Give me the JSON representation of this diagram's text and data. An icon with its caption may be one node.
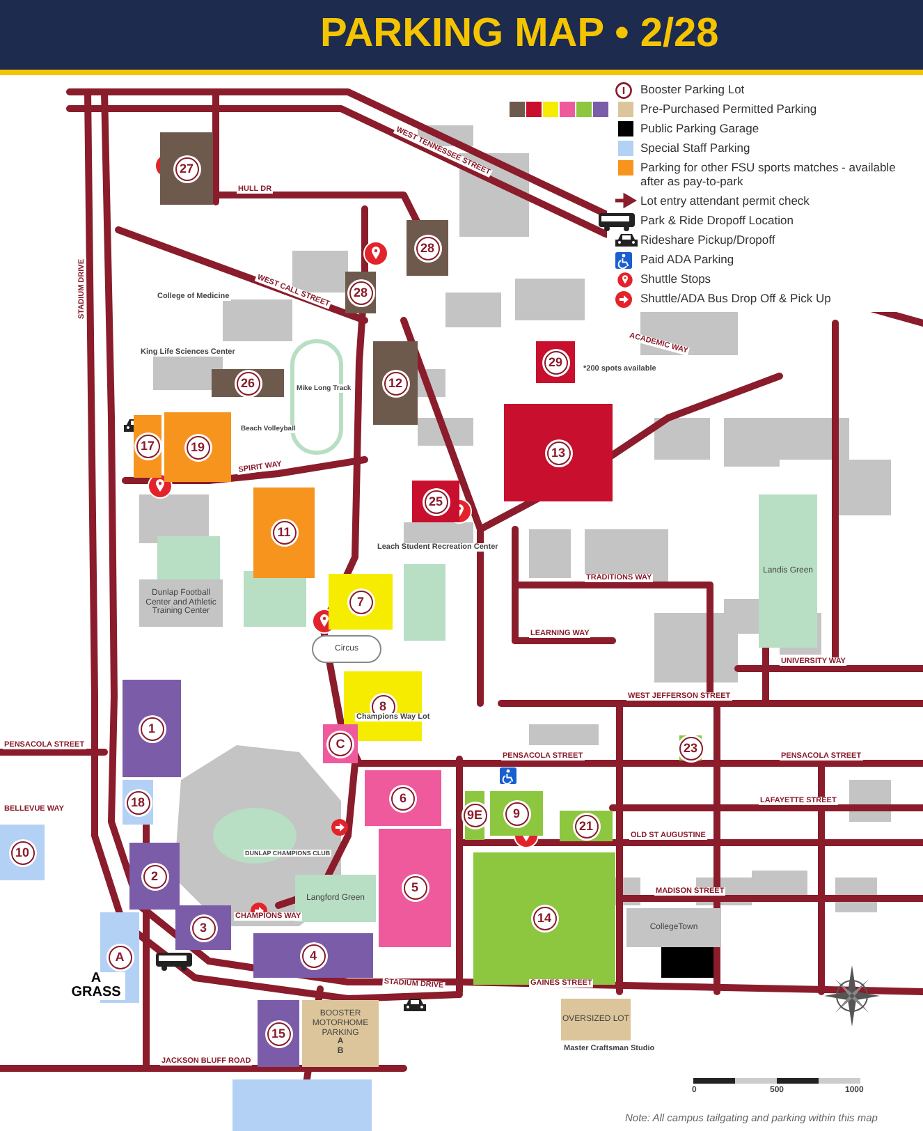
{
  "diagram": {
    "title": "PARKING MAP • 2/28",
    "nodes": [
      {
        "text": [
          "27"
        ]
      },
      {
        "text": [
          "28"
        ]
      },
      {
        "text": [
          "28"
        ]
      },
      {
        "text": [
          "12"
        ]
      },
      {
        "text": [
          "26"
        ]
      },
      {
        "text": [
          "29"
        ]
      },
      {
        "text": [
          "13"
        ]
      },
      {
        "text": [
          "17"
        ]
      },
      {
        "text": [
          "19"
        ]
      },
      {
        "text": [
          "25"
        ]
      },
      {
        "text": [
          "11"
        ]
      },
      {
        "text": [
          "7"
        ]
      },
      {
        "text": [
          "8"
        ]
      },
      {
        "text": [
          "C"
        ]
      },
      {
        "text": [
          "1"
        ]
      },
      {
        "text": [
          "18"
        ]
      },
      {
        "text": [
          "10"
        ]
      },
      {
        "text": [
          "2"
        ]
      },
      {
        "text": [
          "3"
        ]
      },
      {
        "text": [
          "4"
        ]
      },
      {
        "text": [
          "5"
        ]
      },
      {
        "text": [
          "6"
        ]
      },
      {
        "text": [
          "9E"
        ]
      },
      {
        "text": [
          "9"
        ]
      },
      {
        "text": [
          "21"
        ]
      },
      {
        "text": [
          "23"
        ]
      },
      {
        "text": [
          "14"
        ]
      },
      {
        "text": [
          "A"
        ]
      },
      {
        "text": [
          "15"
        ]
      },
      {
        "text": [
          "BOOSTER MOTORHOME PARKING",
          "A",
          "B"
        ]
      },
      {
        "text": [
          "OVERSIZED LOT"
        ]
      },
      {
        "text": [
          "Circus"
        ]
      },
      {
        "text": [
          "Langford Green"
        ]
      },
      {
        "text": [
          "Dunlap Football Center and Athletic Training Center"
        ]
      },
      {
        "text": [
          "Landis Green"
        ]
      },
      {
        "text": [
          "CollegeTown"
        ]
      },
      {
        "text": [],
        "shape": "box"
      }
    ],
    "labels": [
      "HULL DR",
      "WEST TENNESSEE STREET",
      "ACADEMIC WAY",
      "WEST CALL STREET",
      "STADIUM DRIVE",
      "College of Medicine",
      "King Life Sciences Center",
      "Mike Long Track",
      "Beach Volleyball",
      "*200 spots available",
      "SPIRIT WAY",
      "Leach Student Recreation Center",
      "TRADITIONS WAY",
      "LEARNING WAY",
      "UNIVERSITY WAY",
      "WEST JEFFERSON STREET",
      "Champions Way Lot",
      "PENSACOLA STREET",
      "PENSACOLA STREET",
      "PENSACOLA STREET",
      "BELLEVUE WAY",
      "LAFAYETTE STREET",
      "DUNLAP CHAMPIONS CLUB",
      "OLD ST AUGUSTINE",
      "MADISON STREET",
      "CHAMPIONS WAY",
      "STADIUM DRIVE",
      "A GRASS",
      "GAINES STREET",
      "Master Craftsman Studio",
      "JACKSON BLUFF ROAD",
      "0",
      "500",
      "1000",
      "Note: All campus tailgating and parking within this map"
    ],
    "legend": [
      {
        "text": "Booster Parking Lot"
      },
      {
        "text": "Pre-Purchased Permitted Parking",
        "color": "#dcc59b"
      },
      {
        "text": "Public Parking Garage",
        "color": "#000000"
      },
      {
        "text": "Special Staff Parking",
        "color": "#b3d1f5"
      },
      {
        "text": "Parking for other FSU sports matches - available after as pay-to-park",
        "color": "#f7941d"
      },
      {
        "text": "Lot entry attendant permit check"
      },
      {
        "text": "Park & Ride Dropoff Location"
      },
      {
        "text": "Rideshare Pickup/Dropoff"
      },
      {
        "text": "Paid ADA Parking"
      },
      {
        "text": "Shuttle Stops"
      },
      {
        "text": "Shuttle/ADA Bus Drop Off & Pick Up"
      }
    ]
  }
}
